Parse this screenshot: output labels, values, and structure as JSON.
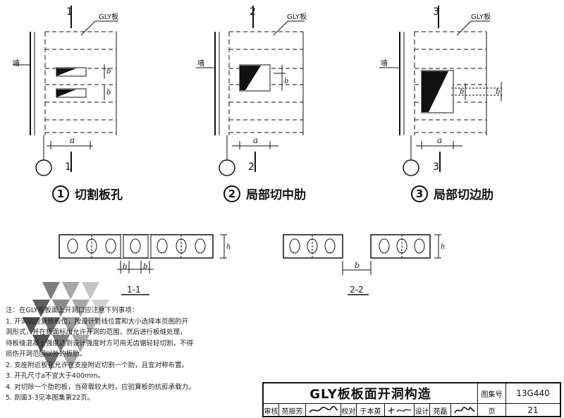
{
  "figures": [
    {
      "number": "1",
      "caption": "切割板孔",
      "section_mark": "1",
      "panel_label": "GLY板",
      "wall_label": "墙",
      "dim_a": "a",
      "dim_b": "b"
    },
    {
      "number": "2",
      "caption": "局部切中肋",
      "section_mark": "2",
      "panel_label": "GLY板",
      "wall_label": "墙",
      "dim_a": "a",
      "dim_b": "b"
    },
    {
      "number": "3",
      "caption": "局部切边肋",
      "section_mark": "3",
      "panel_label": "GLY板",
      "wall_label": "墙",
      "dim_a": "a",
      "dim_b": "b"
    }
  ],
  "sections": [
    {
      "label": "1-1",
      "dim_b": "b",
      "dim_h": "h"
    },
    {
      "label": "2-2",
      "dim_b": "b",
      "dim_h": "h"
    }
  ],
  "notes": [
    "注：在GLY板板面上开洞口应注意下列事项：",
    "1. 开洞前应复核板位，按设计管线位置和大小选择本页图的开",
    "   洞形式，并在板面标出允许开洞的范围，然后进行板缝处理，",
    "   待板缝混凝土强度达到设计强度时方可用无齿锯轻轻切割，不得",
    "   损伤开洞范围以外的板肋。",
    "2. 支座附近板孔允许在支座附近切割一个肋，且宜对称布置。",
    "3. 开孔尺寸a不宜大于400mm。",
    "4. 对切除一个肋的板，当荷载较大时，应验算板的抗剪承载力。",
    "5. 剖面3-3见本图集第22页。"
  ],
  "title_block": {
    "drawing_title": "GLY板板面开洞构造",
    "atlas_label": "图集号",
    "atlas_no": "13G440",
    "review_label": "审核",
    "reviewer": "苑振芳",
    "check_label": "校对",
    "checker": "于本英",
    "design_label": "设计",
    "designer": "苑磊",
    "page_label": "页",
    "page_no": "21"
  }
}
